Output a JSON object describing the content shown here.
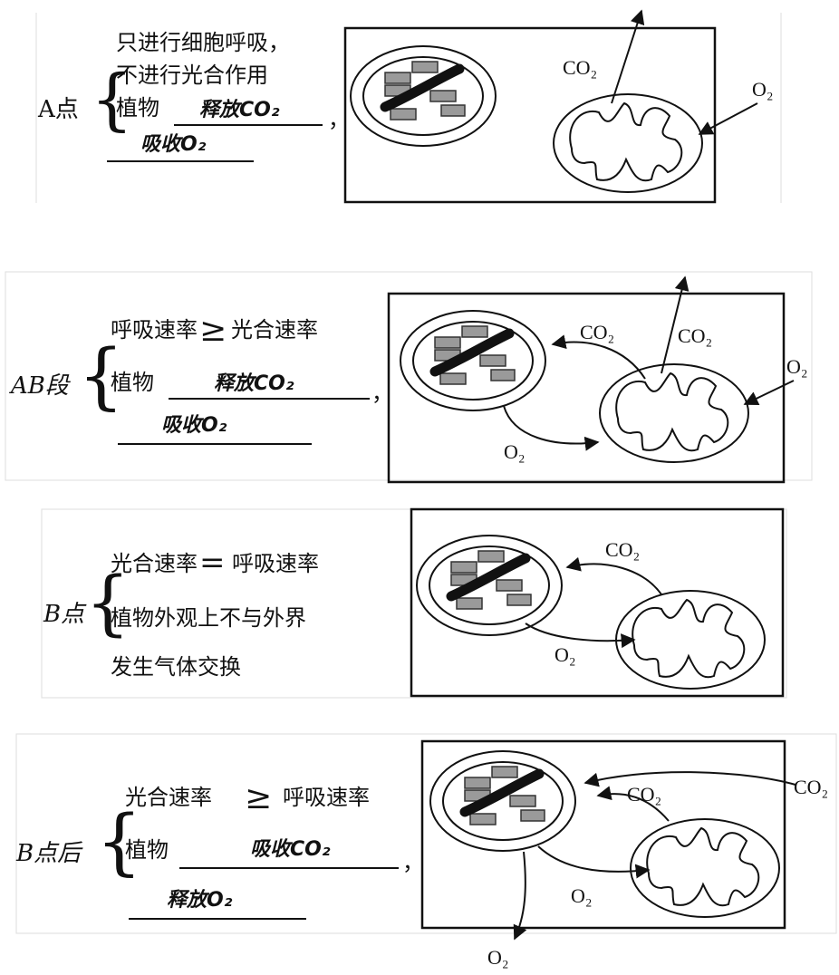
{
  "panels": [
    {
      "id": "a",
      "label": "A点",
      "lines": [
        "只进行细胞呼吸，",
        "不进行光合作用",
        "植物"
      ],
      "answers": [
        "释放CO₂",
        "吸收O₂"
      ],
      "comma": "，",
      "gas_labels": {
        "co2_out": "CO₂",
        "o2_in": "O₂"
      }
    },
    {
      "id": "ab",
      "label": "AB段",
      "lines": [
        "呼吸速率",
        "光合速率",
        "植物"
      ],
      "relation": "≥",
      "answers": [
        "释放CO₂",
        "吸收O₂"
      ],
      "comma": "，",
      "gas_labels": {
        "co2_to_chloro": "CO₂",
        "co2_out": "CO₂",
        "o2_in": "O₂",
        "o2_to_mito": "O₂"
      }
    },
    {
      "id": "b",
      "label": "B点",
      "lines": [
        "光合速率",
        "呼吸速率",
        "植物外观上不与外界",
        "发生气体交换"
      ],
      "relation": "=",
      "gas_labels": {
        "co2_to_chloro": "CO₂",
        "o2_to_mito": "O₂"
      }
    },
    {
      "id": "after_b",
      "label": "B点后",
      "lines": [
        "光合速率",
        "呼吸速率",
        "植物"
      ],
      "relation": "≥",
      "answers": [
        "吸收CO₂",
        "释放O₂"
      ],
      "comma": "，",
      "gas_labels": {
        "co2_in": "CO₂",
        "co2_to_chloro": "CO₂",
        "o2_to_mito": "O₂",
        "o2_out": "O₂"
      }
    }
  ]
}
